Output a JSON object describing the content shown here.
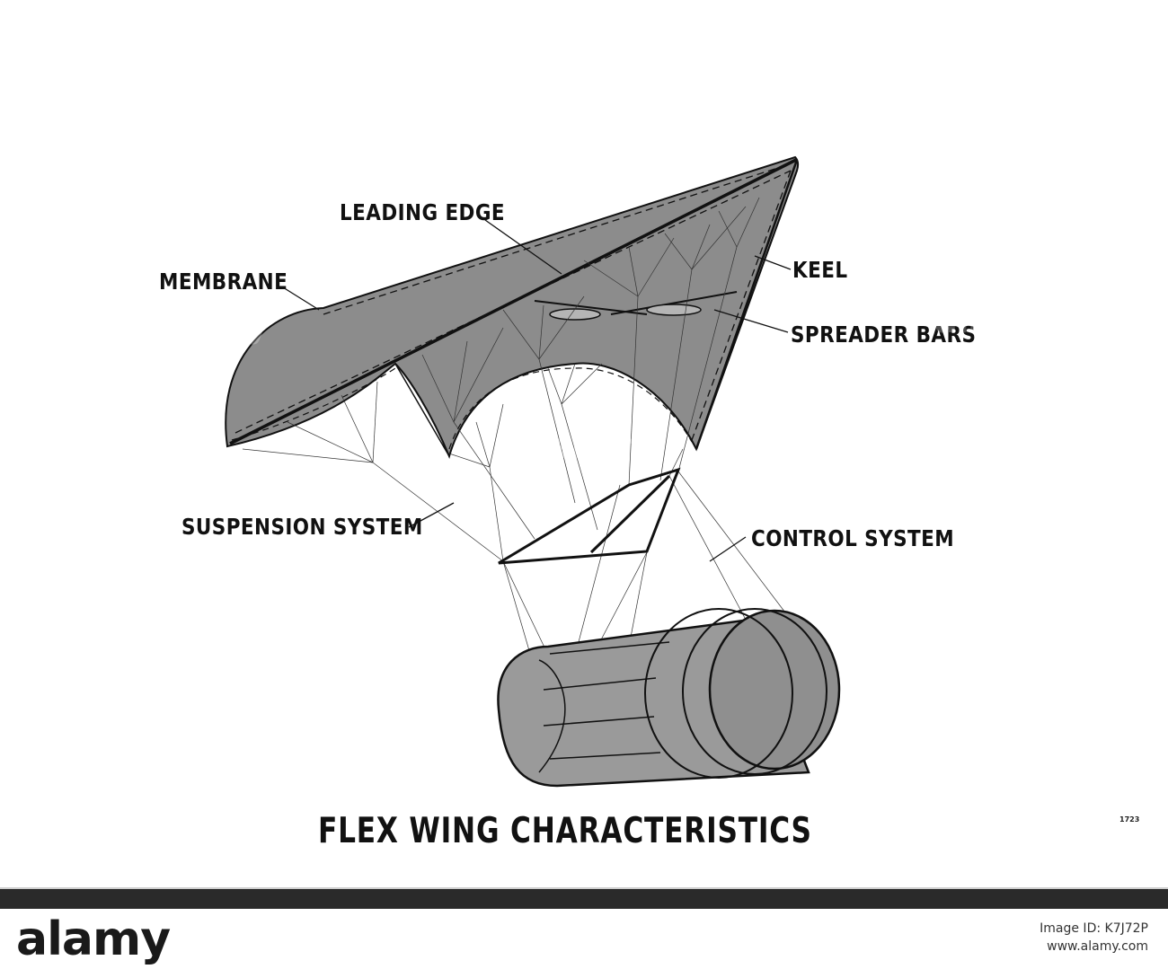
{
  "diagram": {
    "labels": {
      "leading_edge": "LEADING EDGE",
      "membrane": "MEMBRANE",
      "keel": "KEEL",
      "spreader_bars": "SPREADER BARS",
      "suspension_system": "SUSPENSION SYSTEM",
      "control_system": "CONTROL SYSTEM"
    },
    "title": "FLEX WING CHARACTERISTICS",
    "plate_number": "1723"
  },
  "watermarks": [
    "alamy",
    "alamy",
    "alamy"
  ],
  "footer": {
    "logo": "alamy",
    "image_id": "Image ID: K7J72P",
    "url": "www.alamy.com"
  },
  "colors": {
    "wing_fill": "#8c8c8c",
    "canister_fill": "#9a9a9a",
    "ink": "#111111"
  }
}
